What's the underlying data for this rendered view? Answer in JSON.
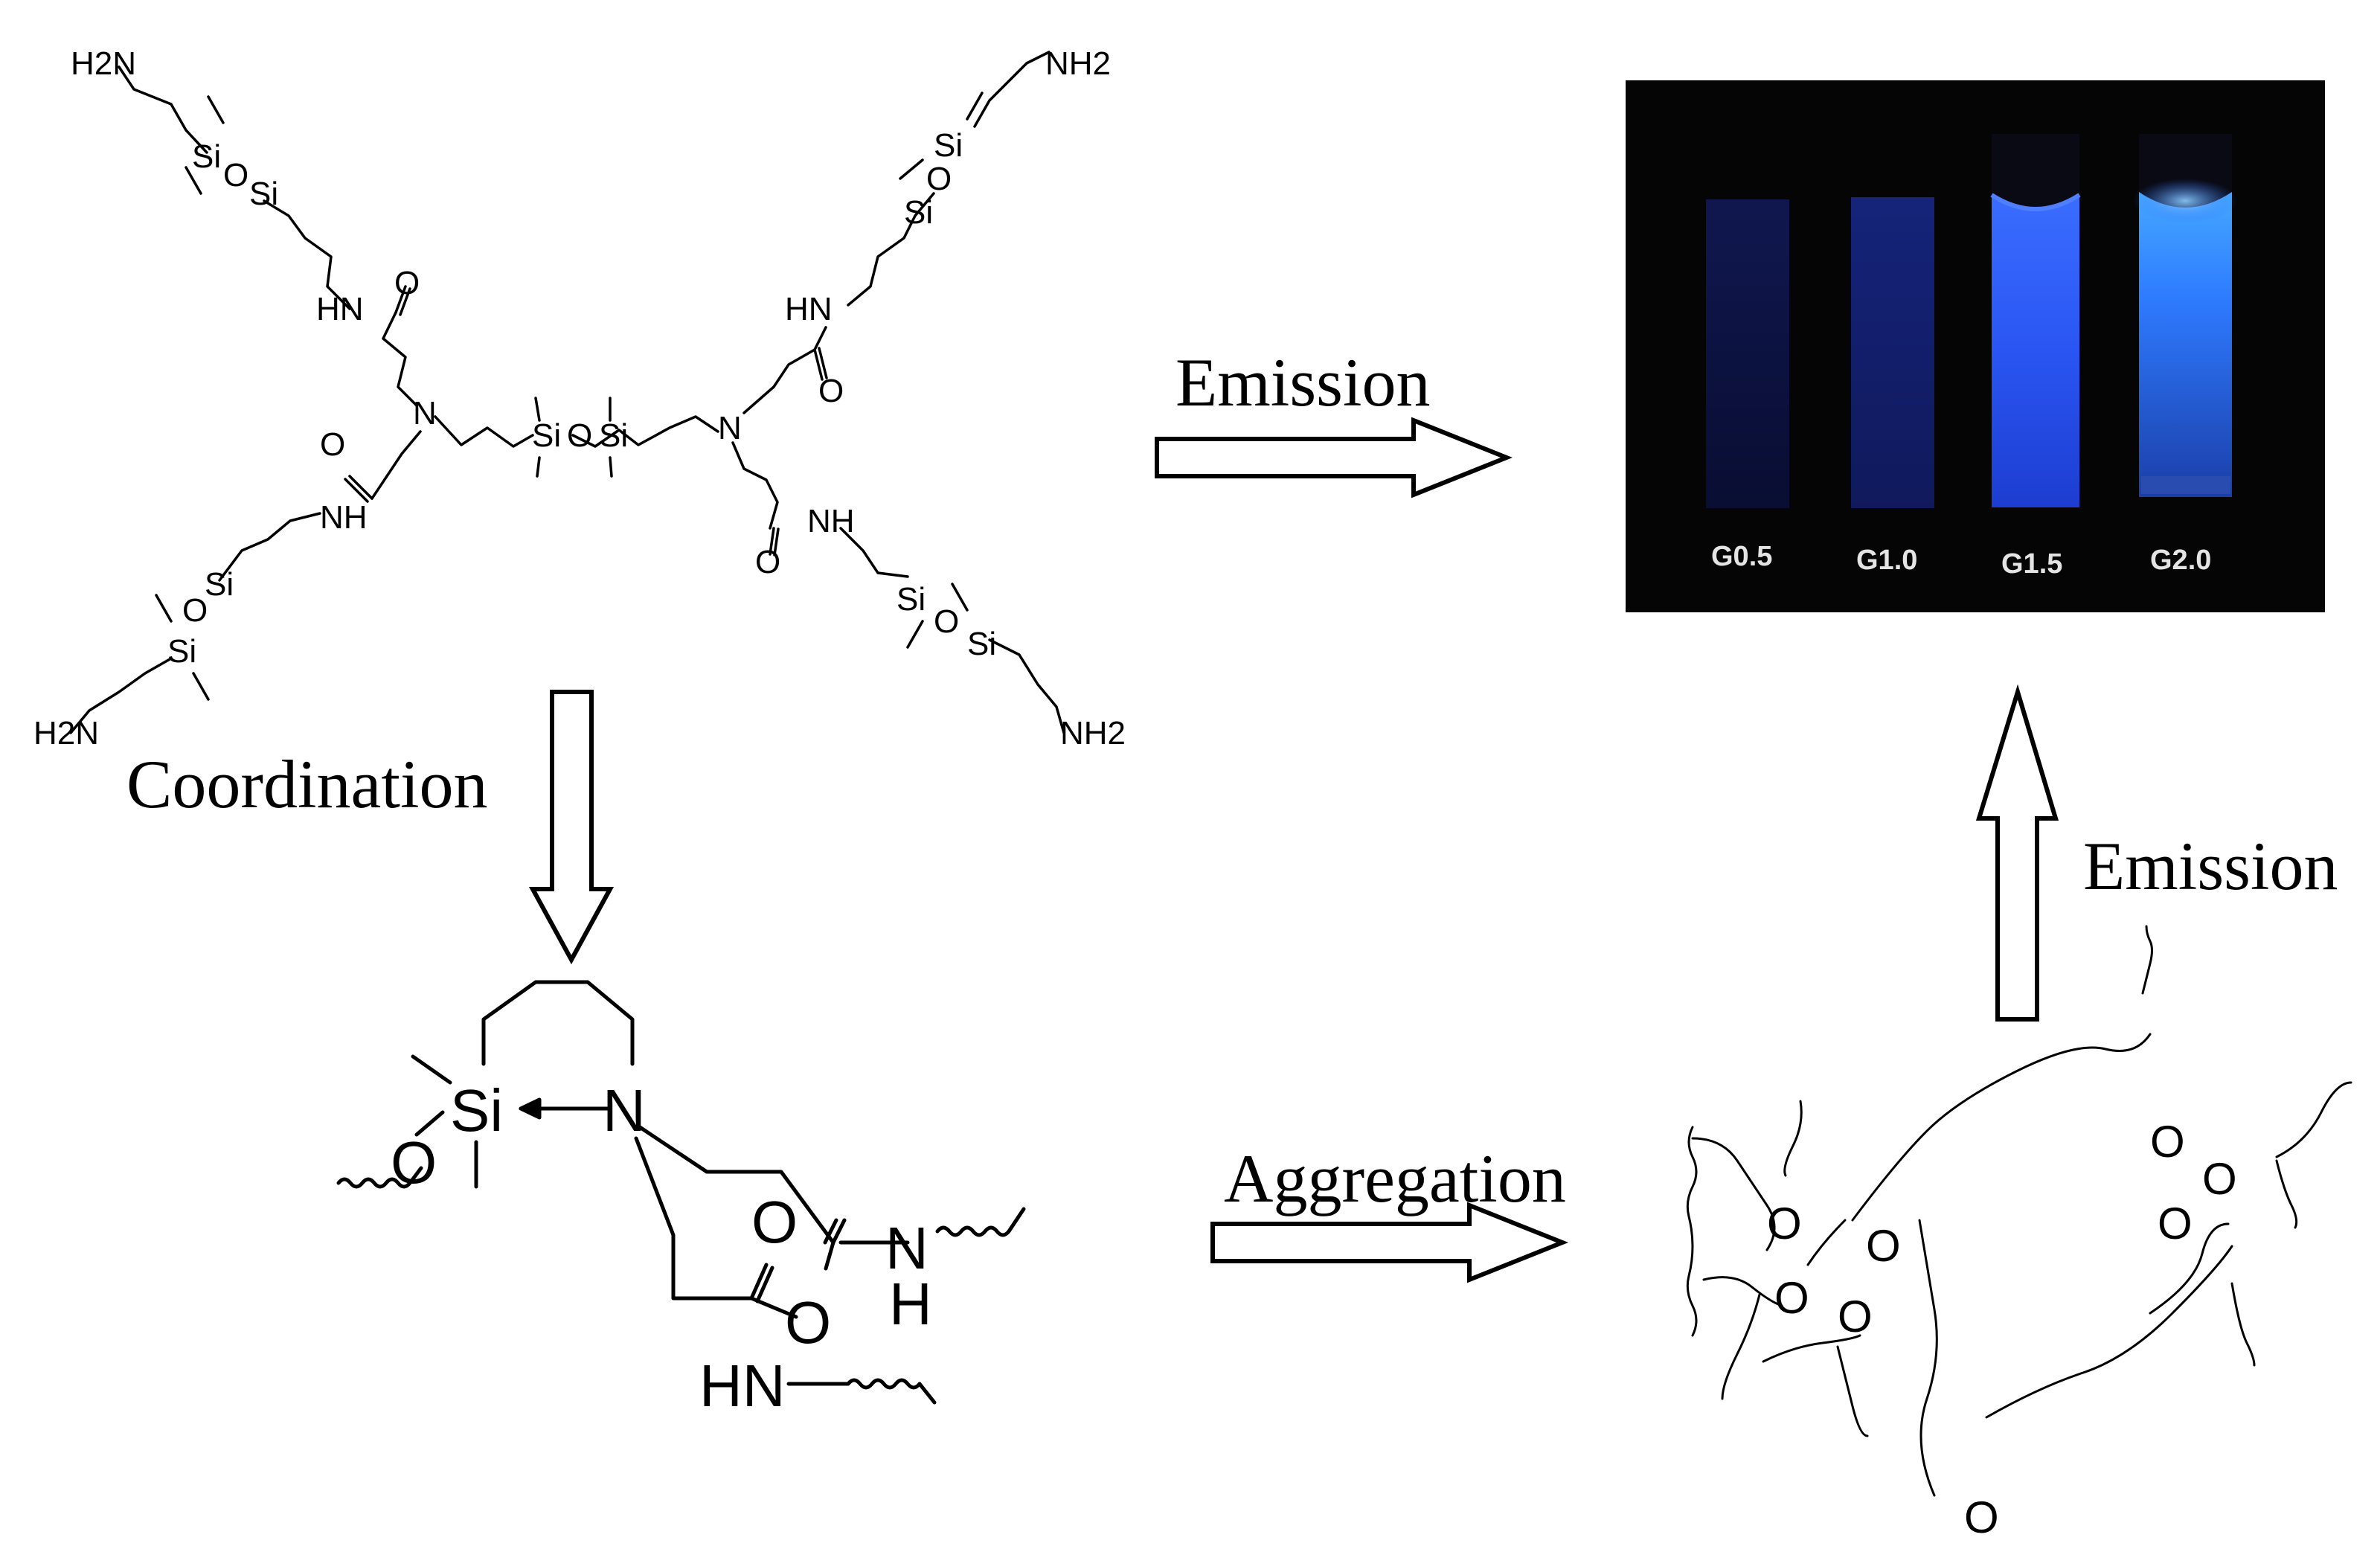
{
  "labels": {
    "emission_top": "Emission",
    "emission_right": "Emission",
    "coordination": "Coordination",
    "aggregation": "Aggregation"
  },
  "molecule": {
    "nh2_groups": [
      "H2N",
      "NH2",
      "H2N",
      "NH2"
    ],
    "si_atoms": [
      "Si",
      "Si",
      "Si",
      "Si",
      "Si",
      "Si",
      "Si",
      "Si",
      "Si",
      "Si"
    ],
    "o_atoms": [
      "O",
      "O",
      "O",
      "O",
      "O"
    ],
    "core_n_atoms": [
      "N",
      "N"
    ],
    "amide_nh": [
      "HN",
      "NH",
      "HN",
      "NH"
    ],
    "carbonyl_o": [
      "O",
      "O",
      "O",
      "O"
    ]
  },
  "coordination_structure": {
    "si": "Si",
    "n": "N",
    "o_ether": "O",
    "carbonyl_o": [
      "O",
      "O"
    ],
    "amide_nh": [
      "N",
      "H",
      "HN"
    ]
  },
  "aggregate": {
    "carbonyl_o": [
      "O",
      "O",
      "O",
      "O",
      "O",
      "O",
      "O",
      "O"
    ]
  },
  "photo": {
    "background": "#050505",
    "vials": [
      {
        "label": "G0.5",
        "intensity": 0.25
      },
      {
        "label": "G1.0",
        "intensity": 0.35
      },
      {
        "label": "G1.5",
        "intensity": 0.8
      },
      {
        "label": "G2.0",
        "intensity": 1.0
      }
    ],
    "emission_color": "#2b55ff"
  },
  "colors": {
    "ink": "#000000",
    "paper": "#ffffff"
  }
}
